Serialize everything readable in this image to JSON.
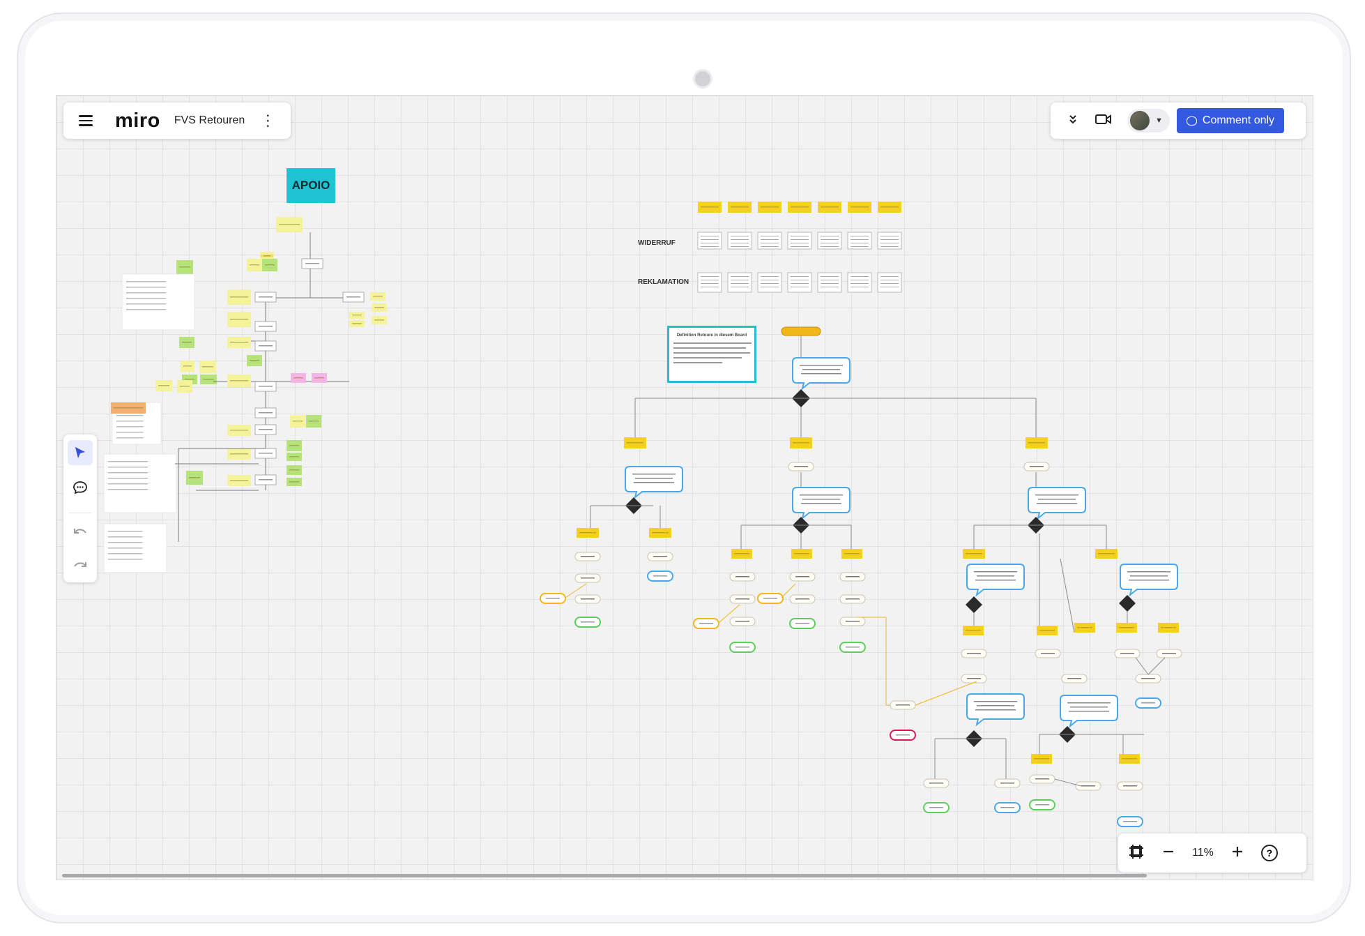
{
  "app": {
    "logo": "miro",
    "board_title": "FVS Retouren"
  },
  "toolbar": {
    "comment_label": "Comment only"
  },
  "zoom": {
    "level": "11%"
  },
  "canvas": {
    "apoio_label": "APOIO",
    "row_widerruf": "WIDERRUF",
    "row_reklamation": "REKLAMATION",
    "definition_title": "Definition Retoure in diesem Board"
  },
  "colors": {
    "accent_button": "#3259e0",
    "apoio_teal": "#20c3d2",
    "sticky_yellow": "#f5d11f",
    "sticky_light": "#f4f29a",
    "sticky_green": "#b5e37a",
    "sticky_pink": "#f6b3e6",
    "node_blue": "#4aa8e8",
    "terminal_green": "#5ccf5a",
    "terminal_orange": "#f3b51c",
    "terminal_red": "#d8185b"
  },
  "icons": {
    "menu": "menu-icon",
    "more": "more-vertical-icon",
    "collapse": "chevrons-down-icon",
    "video": "video-icon",
    "comment": "comment-icon",
    "select": "cursor-arrow-icon",
    "undo": "undo-icon",
    "redo": "redo-icon",
    "frame": "frame-icon",
    "zoom_out": "minus-icon",
    "zoom_in": "plus-icon",
    "help": "help-icon"
  }
}
